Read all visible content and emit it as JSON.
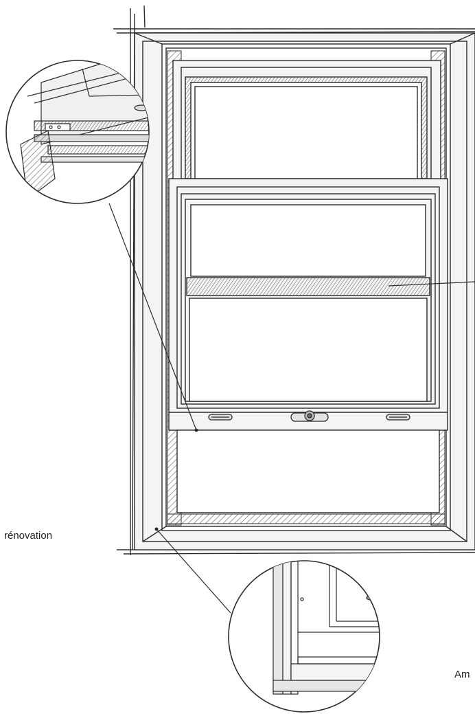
{
  "labels": {
    "left": "rénovation",
    "right": "Am"
  },
  "colors": {
    "line": "#2a2a2a",
    "frame_fill": "#f4f4f4",
    "hatch": "#6a6a6a",
    "background": "#ffffff"
  },
  "illustration": {
    "subject": "sash-window",
    "detail_callouts": [
      "top-corner-detail",
      "bottom-corner-detail"
    ],
    "handle": "sash-lock",
    "lift_handles": 2
  }
}
